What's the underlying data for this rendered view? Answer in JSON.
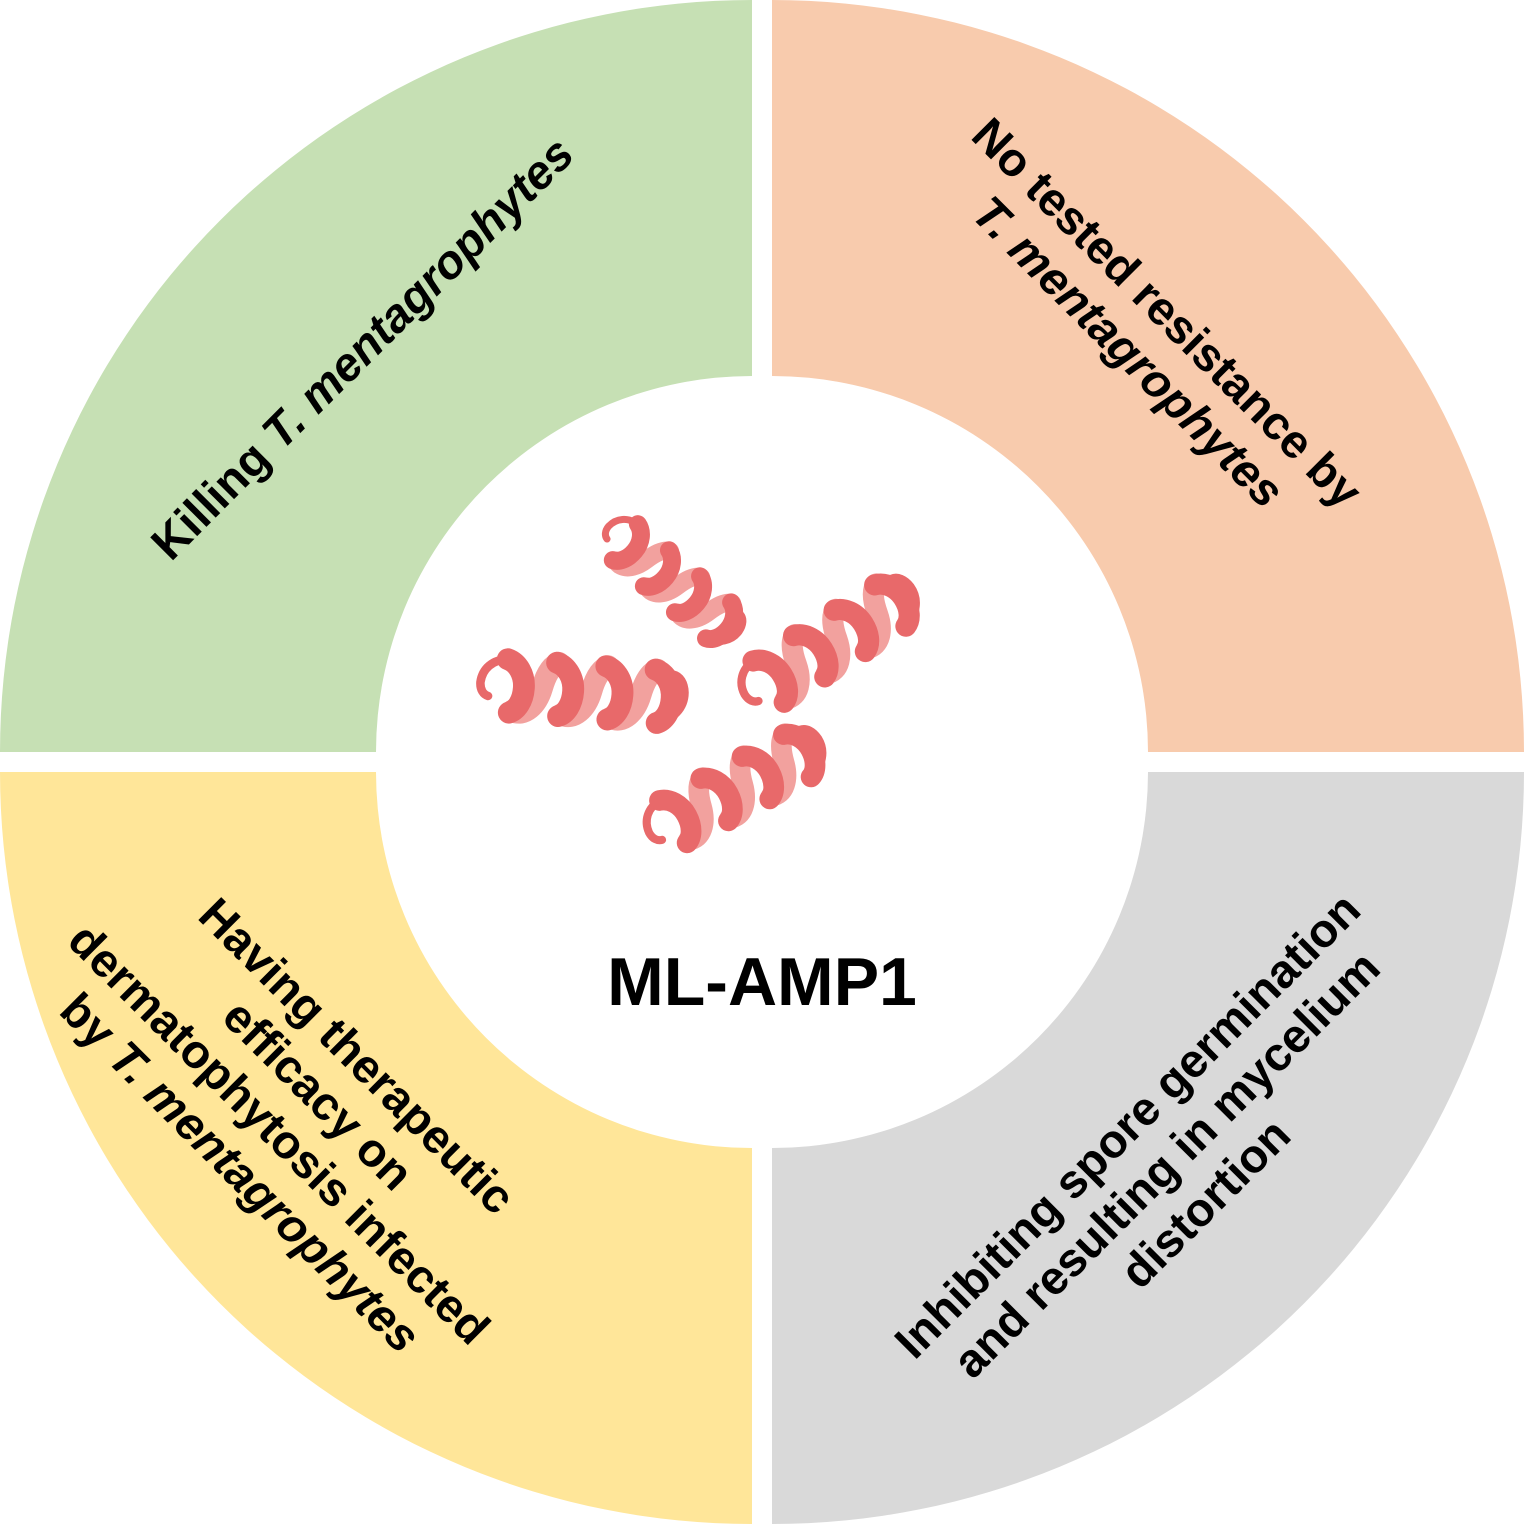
{
  "figure": {
    "title": "ML-AMP1 antifungal properties ring diagram",
    "background": "#ffffff",
    "center": {
      "label": "ML-AMP1",
      "molecule_icon": "alpha-helix-ribbons"
    },
    "colors": {
      "helix_front": "#e8696a",
      "helix_back": "#f2a19e",
      "text": "#000000",
      "gap": "#ffffff"
    },
    "quadrants": {
      "top_left": {
        "color": "#c6e0b4",
        "lines": [
          {
            "text": "Killing ",
            "italic": "T. mentagrophytes"
          }
        ]
      },
      "top_right": {
        "color": "#f8cbad",
        "lines": [
          {
            "text": "No tested resistance by"
          },
          {
            "italic": "T. mentagrophytes"
          }
        ]
      },
      "bottom_left": {
        "color": "#ffe699",
        "lines": [
          {
            "text": "Having therapeutic"
          },
          {
            "text": "efficacy on"
          },
          {
            "text": "dermatophytosis infected"
          },
          {
            "text": "by ",
            "italic": "T. mentagrophytes"
          }
        ]
      },
      "bottom_right": {
        "color": "#d9d9d9",
        "lines": [
          {
            "text": "Inhibiting spore germination"
          },
          {
            "text": "and resulting in mycelium"
          },
          {
            "text": "distortion"
          }
        ]
      }
    }
  }
}
